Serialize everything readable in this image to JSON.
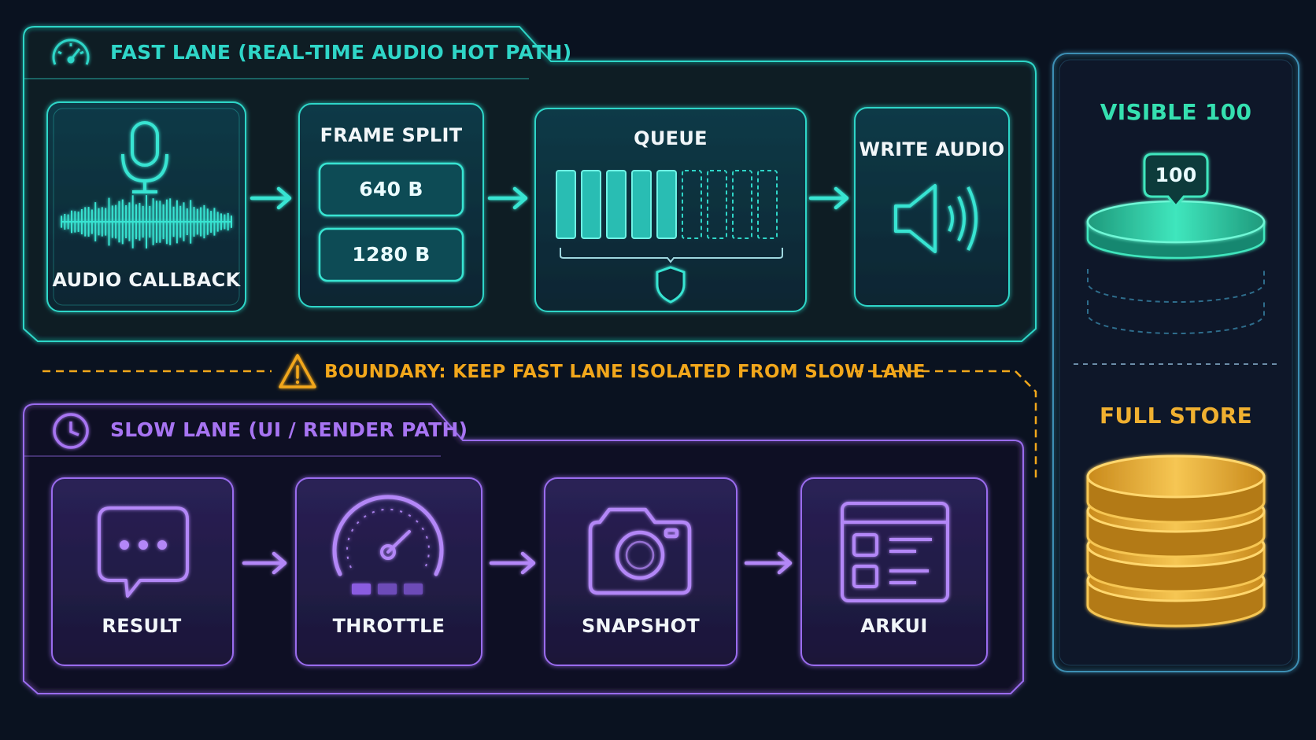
{
  "fast_lane": {
    "title": "FAST LANE (REAL-TIME AUDIO HOT PATH)",
    "accent": "#2fd6c8",
    "stages": {
      "audio_callback": "AUDIO CALLBACK",
      "frame_split": {
        "label": "FRAME SPLIT",
        "sizes": [
          "640 B",
          "1280 B"
        ]
      },
      "queue": "QUEUE",
      "write_audio": "WRITE AUDIO"
    }
  },
  "boundary": {
    "text": "BOUNDARY: KEEP FAST LANE ISOLATED FROM SLOW LANE",
    "color": "#f2a71b"
  },
  "slow_lane": {
    "title": "SLOW LANE (UI / RENDER PATH)",
    "accent": "#a774f2",
    "stages": {
      "result": "RESULT",
      "throttle": "THROTTLE",
      "snapshot": "SNAPSHOT",
      "arkui": "ARKUI"
    }
  },
  "storage": {
    "visible": {
      "label": "VISIBLE 100",
      "badge": "100",
      "color": "#35e0b0"
    },
    "full": {
      "label": "FULL STORE",
      "color": "#f0b030"
    }
  }
}
